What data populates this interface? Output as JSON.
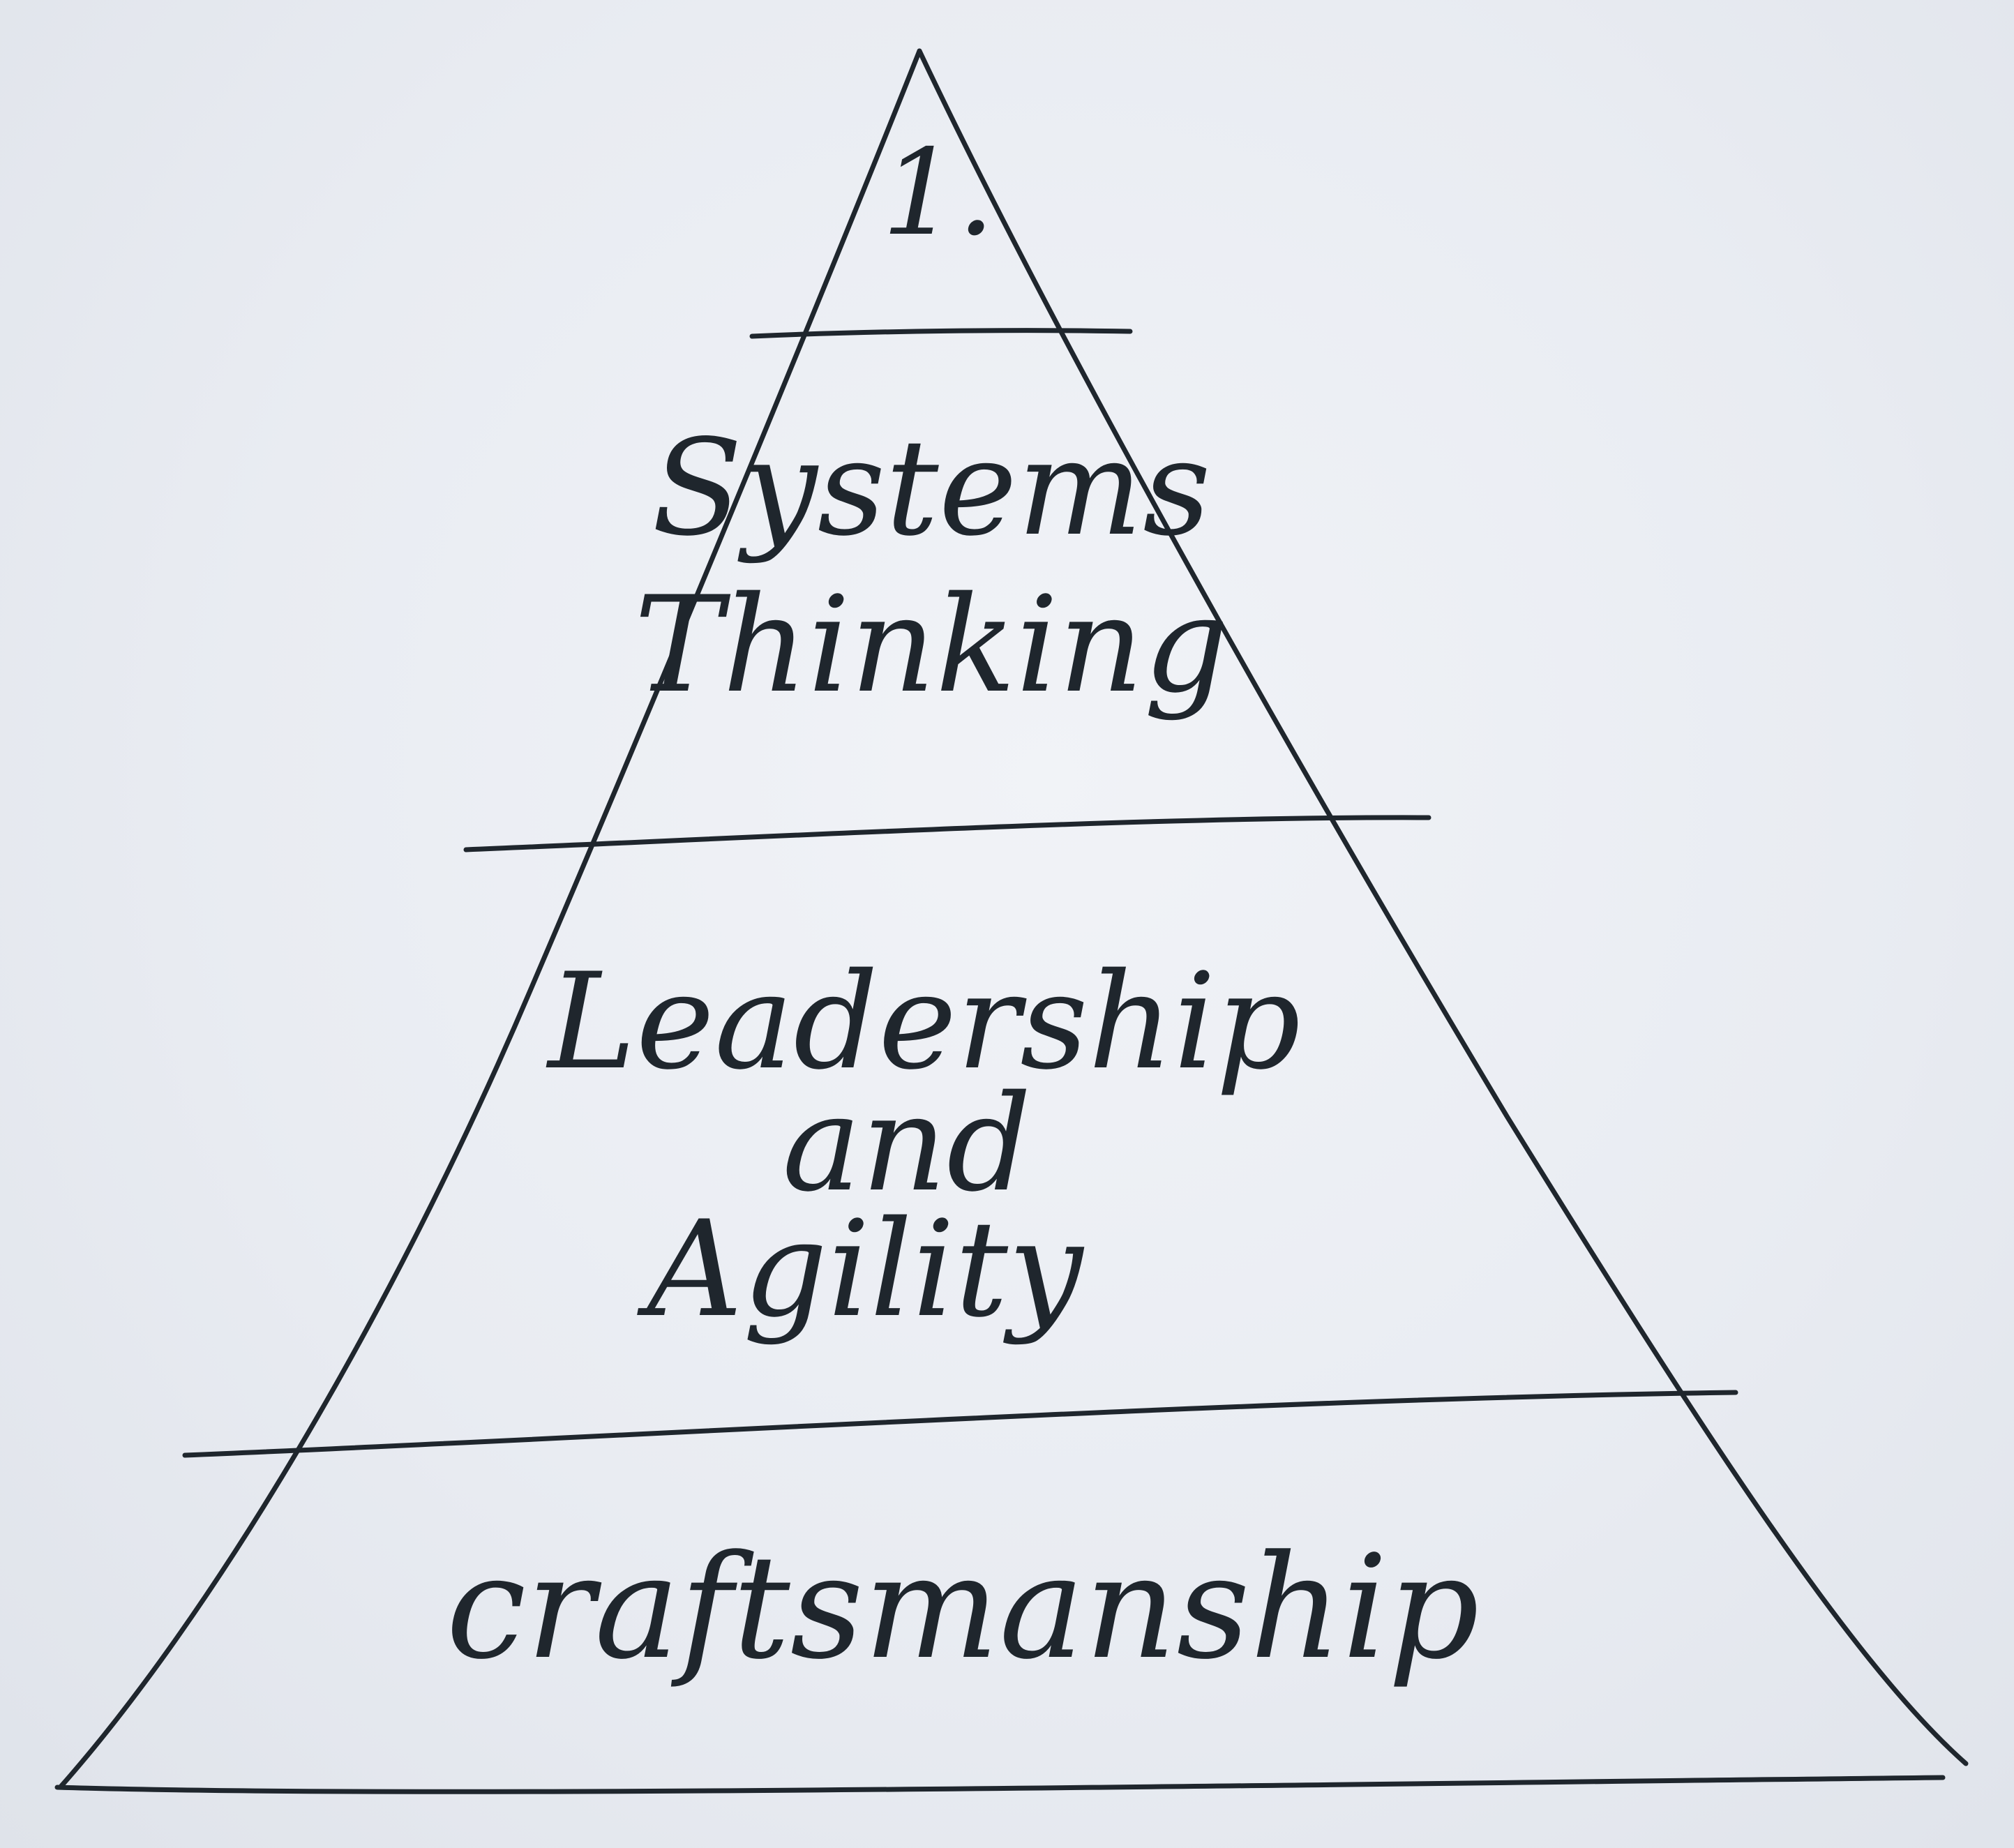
{
  "diagram": {
    "type": "pyramid",
    "tiers": [
      {
        "id": "top",
        "label": "1."
      },
      {
        "id": "second",
        "lines": [
          "Systems",
          "Thinking"
        ]
      },
      {
        "id": "third",
        "lines": [
          "Leadership",
          "and",
          "Agility"
        ]
      },
      {
        "id": "base",
        "label": "craftsmanship"
      }
    ]
  },
  "colors": {
    "paper": "#e8ebf1",
    "ink": "#1f262d"
  }
}
